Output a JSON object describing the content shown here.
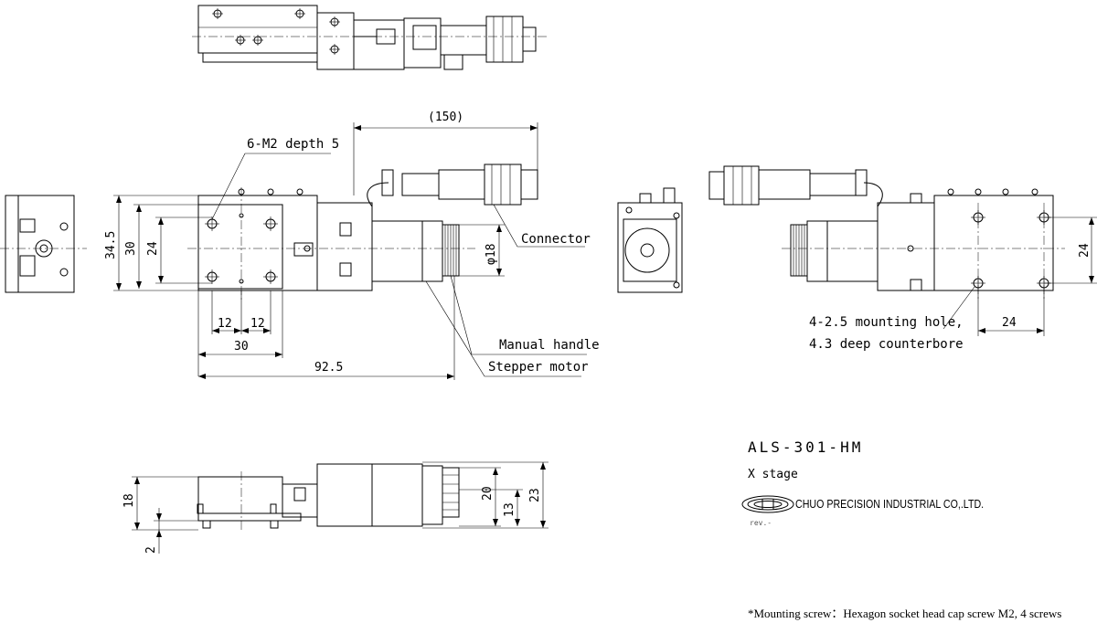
{
  "dimensions": {
    "connector_length": "(150)",
    "top_height": "34.5",
    "inner_height": "30",
    "hole_pitch_v": "24",
    "hole_pitch_h1": "12",
    "hole_pitch_h2": "12",
    "table_width": "30",
    "overall_length": "92.5",
    "motor_diameter": "φ18",
    "side_pitch_v": "24",
    "side_pitch_h": "24",
    "front_height": "18",
    "front_base": "2",
    "front_motor_h1": "20",
    "front_motor_h2": "13",
    "front_total": "23"
  },
  "callouts": {
    "tapped_holes": "6-M2 depth 5",
    "connector": "Connector",
    "manual_handle": "Manual handle",
    "stepper_motor": "Stepper motor",
    "mounting_hole_1": "4-2.5 mounting hole,",
    "mounting_hole_2": "4.3 deep counterbore"
  },
  "title_block": {
    "model": "ALS-301-HM",
    "type": "X stage",
    "company": "CHUO PRECISION INDUSTRIAL CO,.LTD.",
    "rev": "rev.-"
  },
  "note": "*Mounting screw：Hexagon socket head cap screw M2, 4 screws"
}
